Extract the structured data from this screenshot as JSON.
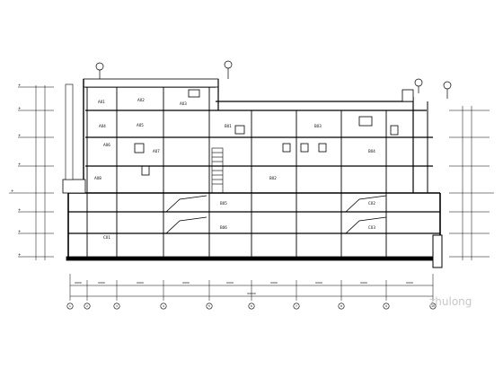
{
  "drawing": {
    "room_labels": [
      "A01",
      "A02",
      "A03",
      "A04",
      "A05",
      "A06",
      "A07",
      "A08",
      "B01",
      "B02",
      "B03",
      "B04",
      "B05",
      "B06",
      "C01",
      "C02",
      "C03"
    ],
    "level_marks": [
      "+",
      "+",
      "+",
      "+",
      "+",
      "+",
      "+",
      "+"
    ],
    "dimension_values": [
      "0000",
      "0000",
      "0000",
      "0000",
      "0000",
      "0000",
      "0000",
      "0000",
      "0000"
    ],
    "overall_dimension": "00000",
    "axis_labels": [
      "1",
      "2",
      "3",
      "4",
      "5",
      "6",
      "7",
      "8",
      "9",
      "10"
    ],
    "watermark": "zhulong"
  },
  "colors": {
    "line": "#000000",
    "accent": "#3a3a3a",
    "watermark": "#c8c8c8"
  }
}
